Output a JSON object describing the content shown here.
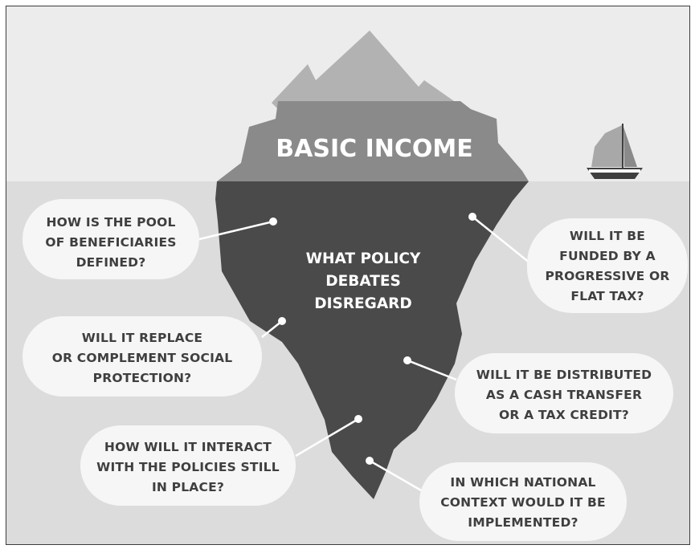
{
  "title": "BASIC INCOME",
  "center_lines": [
    "WHAT POLICY",
    "DEBATES",
    "DISREGARD"
  ],
  "colors": {
    "sky": "#ececec",
    "water": "#dcdcdc",
    "iceberg_top": "#b2b2b2",
    "iceberg_band": "#8a8a8a",
    "iceberg_underwater": "#4a4a4a",
    "bubble_fill": "#f6f6f6",
    "bubble_text": "#3f3f3f"
  },
  "questions": [
    {
      "id": "beneficiaries",
      "lines": [
        "HOW IS THE POOL",
        "OF BENEFICIARIES",
        "DEFINED?"
      ]
    },
    {
      "id": "funding",
      "lines": [
        "WILL IT BE",
        "FUNDED BY A",
        "PROGRESSIVE OR",
        "FLAT TAX?"
      ]
    },
    {
      "id": "replace",
      "lines": [
        "WILL IT REPLACE",
        "OR COMPLEMENT SOCIAL",
        "PROTECTION?"
      ]
    },
    {
      "id": "distribution",
      "lines": [
        "WILL IT BE DISTRIBUTED",
        "AS A CASH TRANSFER",
        "OR A TAX CREDIT?"
      ]
    },
    {
      "id": "interaction",
      "lines": [
        "HOW WILL IT INTERACT",
        "WITH THE POLICIES STILL",
        "IN PLACE?"
      ]
    },
    {
      "id": "context",
      "lines": [
        "IN WHICH NATIONAL",
        "CONTEXT WOULD IT BE",
        "IMPLEMENTED?"
      ]
    }
  ]
}
